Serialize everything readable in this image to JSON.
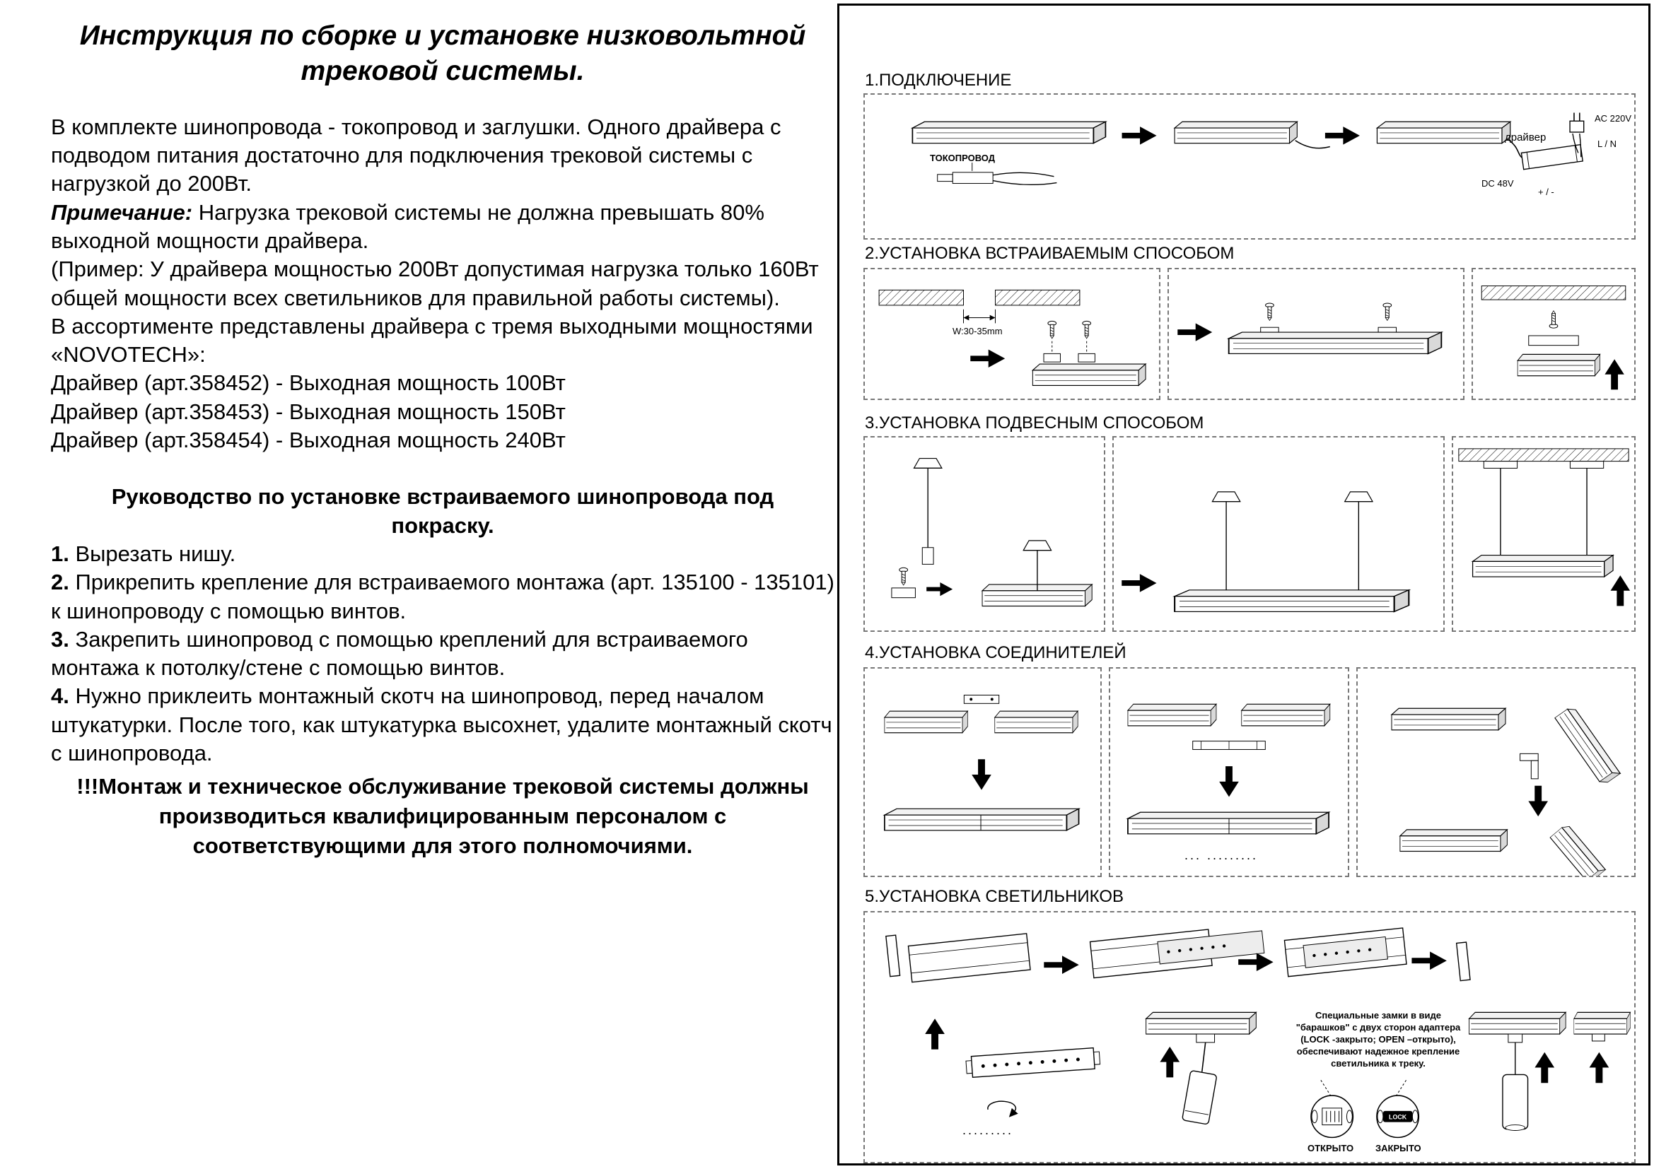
{
  "left": {
    "title": "Инструкция по сборке и установке низковольтной трековой системы.",
    "para_intro": "В комплекте шинопровода - токопровод и заглушки. Одного драйвера с подводом питания достаточно для подключения трековой системы с нагрузкой до 200Вт.",
    "note_label": "Примечание:",
    "note_text": " Нагрузка трековой системы не должна превышать 80% выходной мощности драйвера.",
    "para_example": "(Пример: У драйвера мощностью 200Вт допустимая нагрузка только 160Вт общей мощности всех светильников для правильной работы системы).",
    "para_assortment": "В ассортименте представлены драйвера с тремя выходными мощностями «NOVOTECH»:",
    "drivers": [
      {
        "text": "Драйвер (арт.358452) - Выходная мощность 100Вт"
      },
      {
        "text": "Драйвер (арт.358453) - Выходная мощность 150Вт"
      },
      {
        "text": "Драйвер (арт.358454) - Выходная мощность 240Вт"
      }
    ],
    "guide_title": "Руководство по установке встраиваемого шинопровода под покраску.",
    "steps": [
      {
        "num": "1.",
        "text": " Вырезать нишу."
      },
      {
        "num": "2.",
        "text": " Прикрепить крепление для встраиваемого монтажа (арт. 135100 - 135101) к шинопроводу с помощью винтов."
      },
      {
        "num": "3.",
        "text": " Закрепить шинопровод с помощью креплений для встраиваемого монтажа к потолку/стене с помощью винтов."
      },
      {
        "num": "4.",
        "text": " Нужно приклеить монтажный скотч на шинопровод, перед началом штукатурки. После того, как штукатурка высохнет, удалите монтажный скотч с шинопровода."
      }
    ],
    "warning": "!!!Монтаж и техническое обслуживание трековой системы должны производиться квалифицированным персоналом с соответствующими для этого полномочиями."
  },
  "panel": {
    "s1": {
      "title": "1.ПОДКЛЮЧЕНИЕ",
      "lbl_tokoprovod": "ТОКОПРОВОД",
      "lbl_driver": "драйвер",
      "lbl_ac": "AC  220V",
      "lbl_ln": "L / N",
      "lbl_dc": "DC 48V",
      "lbl_pm": "+ / -"
    },
    "s2": {
      "title": "2.УСТАНОВКА ВСТРАИВАЕМЫМ СПОСОБОМ",
      "lbl_width": "W:30-35mm"
    },
    "s3": {
      "title": "3.УСТАНОВКА ПОДВЕСНЫМ СПОСОБОМ"
    },
    "s4": {
      "title": "4.УСТАНОВКА СОЕДИНИТЕЛЕЙ",
      "dots": "... ........."
    },
    "s5": {
      "title": "5.УСТАНОВКА СВЕТИЛЬНИКОВ",
      "note": "Специальные замки в виде \"барашков\" с двух сторон адаптера (LOCK -закрыто; OPEN –открыто), обеспечивают надежное крепление светильника к треку.",
      "lbl_open": "ОТКРЫТО",
      "lbl_closed": "ЗАКРЫТО",
      "lock_text": "LOCK",
      "dots": "........."
    }
  }
}
